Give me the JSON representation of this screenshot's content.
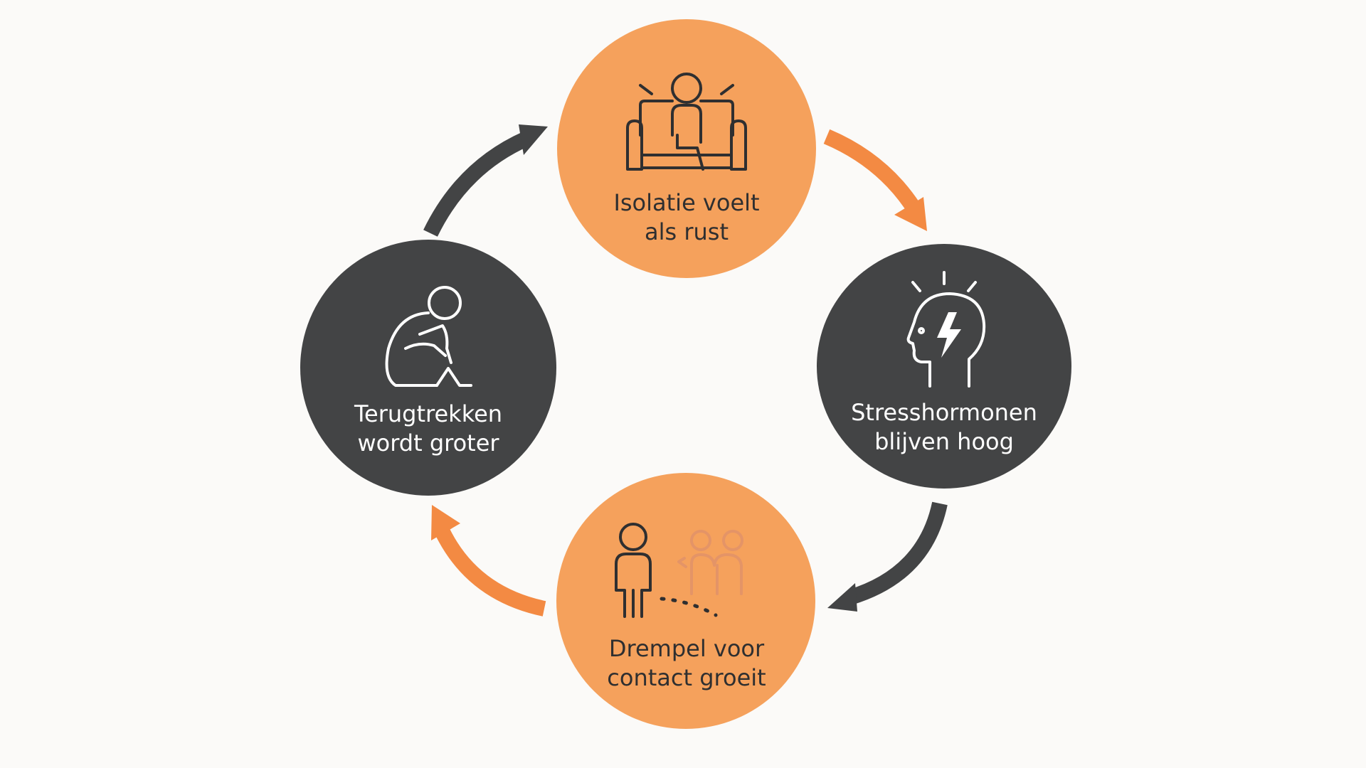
{
  "diagram": {
    "colors": {
      "background": "#fbfaf8",
      "orange": "#f5a15c",
      "orange_arrow": "#f38a43",
      "dark": "#434445",
      "dark_text": "#2f2f30",
      "light_text": "#ffffff"
    },
    "nodes": [
      {
        "id": "top",
        "style": "orange",
        "icon": "person-on-couch-icon",
        "lines": [
          "Isolatie voelt",
          "als rust"
        ]
      },
      {
        "id": "right",
        "style": "dark",
        "icon": "head-lightning-icon",
        "lines": [
          "Stresshormonen",
          "blijven hoog"
        ]
      },
      {
        "id": "bottom",
        "style": "orange",
        "icon": "person-distant-group-icon",
        "lines": [
          "Drempel voor",
          "contact groeit"
        ]
      },
      {
        "id": "left",
        "style": "dark",
        "icon": "person-hugging-knees-icon",
        "lines": [
          "Terugtrekken",
          "wordt groter"
        ]
      }
    ],
    "arrows": [
      {
        "from": "top",
        "to": "right",
        "color": "orange"
      },
      {
        "from": "right",
        "to": "bottom",
        "color": "dark"
      },
      {
        "from": "bottom",
        "to": "left",
        "color": "orange"
      },
      {
        "from": "left",
        "to": "top",
        "color": "dark"
      }
    ]
  }
}
